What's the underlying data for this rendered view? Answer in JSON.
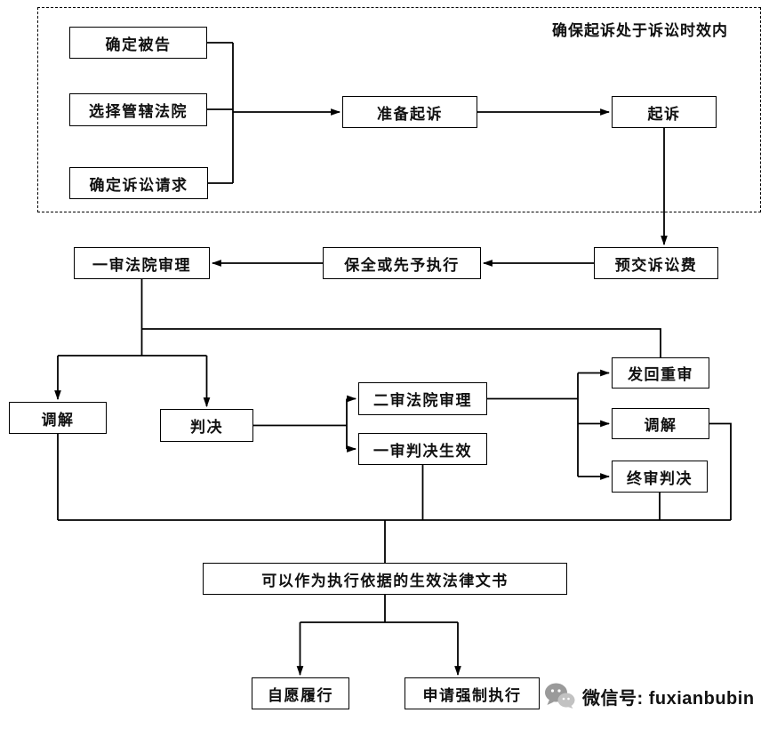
{
  "colors": {
    "background": "#ffffff",
    "line": "#000000",
    "box_border": "#000000",
    "text": "#111111"
  },
  "statute_note": "确保起诉处于诉讼时效内",
  "nodes": {
    "determine_defendant": "确定被告",
    "choose_jurisdiction_court": "选择管辖法院",
    "determine_claims": "确定诉讼请求",
    "prepare_lawsuit": "准备起诉",
    "file_lawsuit": "起诉",
    "prepay_litigation_fee": "预交诉讼费",
    "preservation_or_advance_execution": "保全或先予执行",
    "first_instance_trial": "一审法院审理",
    "mediation_first_instance": "调解",
    "judgment": "判决",
    "second_instance_trial": "二审法院审理",
    "first_instance_judgment_effective": "一审判决生效",
    "remand_for_retrial": "发回重审",
    "mediation_second_instance": "调解",
    "final_judgment": "终审判决",
    "enforceable_legal_documents": "可以作为执行依据的生效法律文书",
    "voluntary_performance": "自愿履行",
    "apply_compulsory_execution": "申请强制执行"
  },
  "footer": {
    "wechat_label": "微信号: fuxianbubin"
  }
}
